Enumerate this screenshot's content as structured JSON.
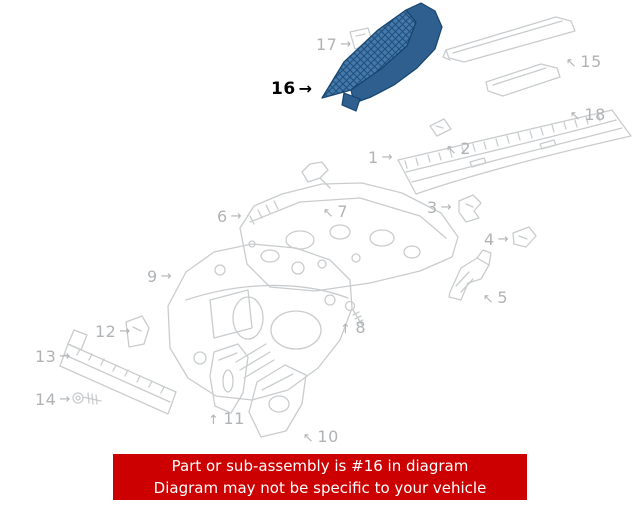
{
  "banner": {
    "line1": "Part or sub-assembly is #16 in diagram",
    "line2": "Diagram may not be specific to your vehicle"
  },
  "icons": {
    "leader_arrow": "→"
  },
  "colors": {
    "line": "#c9ccce",
    "label": "#b0b3b6",
    "label_highlight": "#000000",
    "highlight_fill": "#4579a9",
    "highlight_dark": "#1d4e7e",
    "highlight_flange": "#2f5f8f",
    "highlight_outline": "#16456e",
    "banner_bg": "#cc0000",
    "banner_text": "#ffffff"
  },
  "diagram": {
    "highlighted_part": "16",
    "labels": [
      {
        "text": "1"
      },
      {
        "text": "2"
      },
      {
        "text": "3"
      },
      {
        "text": "4"
      },
      {
        "text": "5"
      },
      {
        "text": "6"
      },
      {
        "text": "7"
      },
      {
        "text": "8"
      },
      {
        "text": "9"
      },
      {
        "text": "10"
      },
      {
        "text": "11"
      },
      {
        "text": "12"
      },
      {
        "text": "13"
      },
      {
        "text": "14"
      },
      {
        "text": "15"
      },
      {
        "text": "16",
        "highlighted": true
      },
      {
        "text": "17"
      },
      {
        "text": "18"
      }
    ]
  }
}
